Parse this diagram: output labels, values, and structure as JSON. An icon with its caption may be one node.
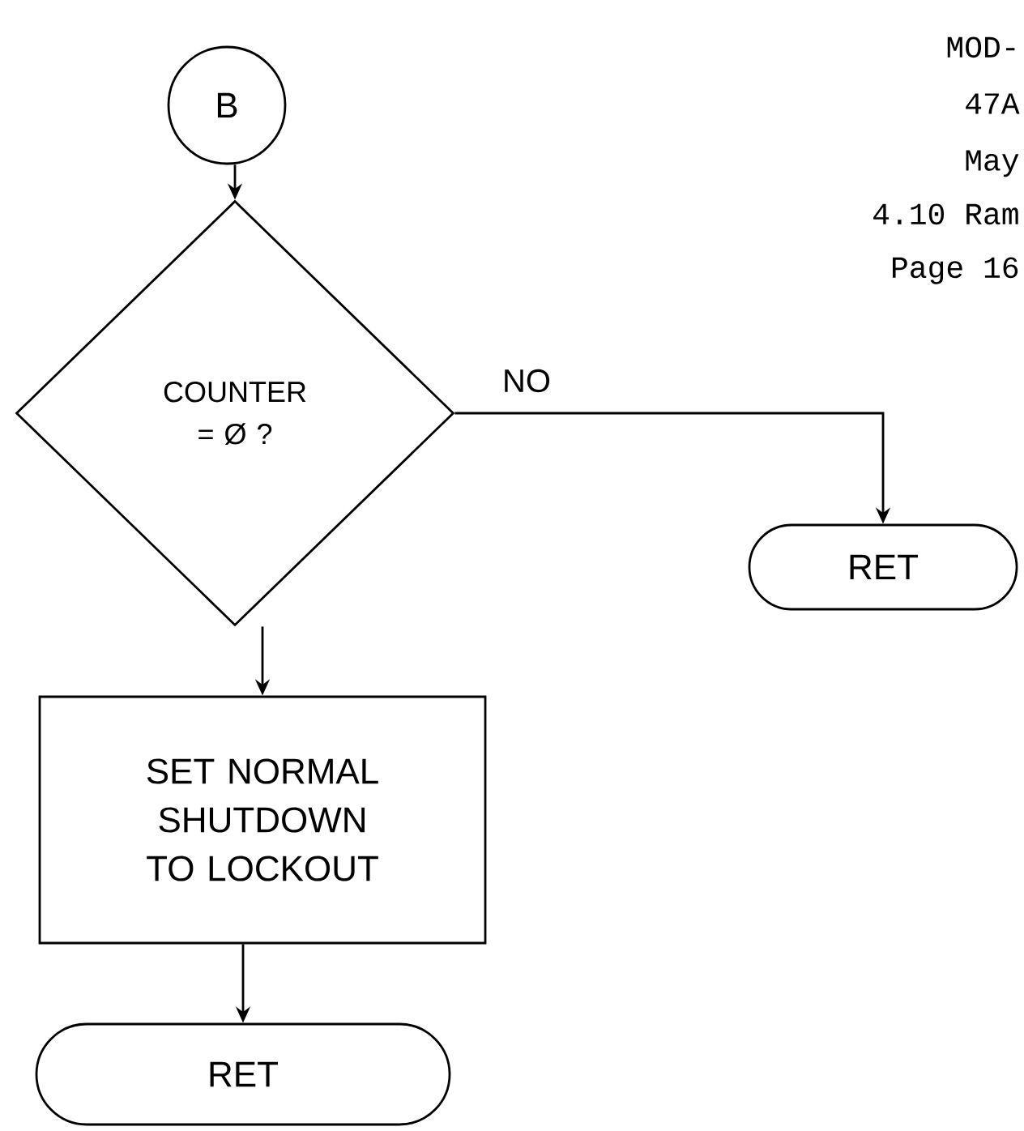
{
  "diagram": {
    "nodes": [
      {
        "text": [
          "B"
        ]
      },
      {
        "text": [
          "COUNTER = Ø ?"
        ]
      },
      {
        "text": [
          "RET"
        ]
      },
      {
        "text": [
          "SET NORMAL SHUTDOWN TO LOCKOUT"
        ]
      },
      {
        "text": [
          "RET"
        ]
      }
    ],
    "edges": [
      {
        "from": 0,
        "to": 1,
        "arrow": "to"
      },
      {
        "from": 1,
        "to": 2,
        "arrow": "to",
        "label": "NO"
      },
      {
        "from": 1,
        "to": 3,
        "arrow": "to"
      },
      {
        "from": 3,
        "to": 4,
        "arrow": "to"
      }
    ],
    "labels": [
      "MOD-",
      "47A",
      "May",
      "4.10 Ram",
      "Page 16"
    ]
  }
}
